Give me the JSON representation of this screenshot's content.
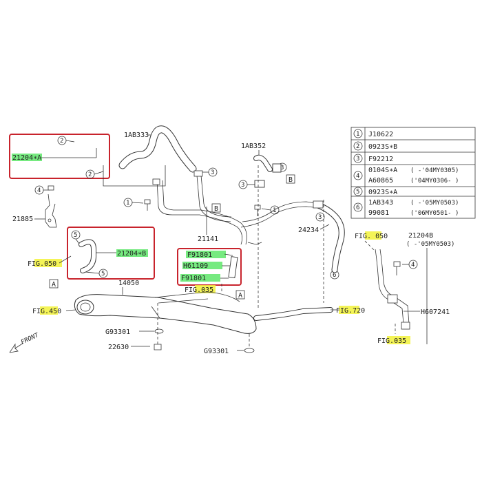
{
  "callout_table": {
    "rows": [
      {
        "num": "1",
        "parts": [
          {
            "part": "J10622",
            "note": ""
          }
        ]
      },
      {
        "num": "2",
        "parts": [
          {
            "part": "0923S∗B",
            "note": ""
          }
        ]
      },
      {
        "num": "3",
        "parts": [
          {
            "part": "F92212",
            "note": ""
          }
        ]
      },
      {
        "num": "4",
        "parts": [
          {
            "part": "0104S∗A",
            "note": "( -'04MY0305)"
          },
          {
            "part": "A60865",
            "note": "('04MY0306- )"
          }
        ]
      },
      {
        "num": "5",
        "parts": [
          {
            "part": "0923S∗A",
            "note": ""
          }
        ]
      },
      {
        "num": "6",
        "parts": [
          {
            "part": "1AB343",
            "note": "( -'05MY0503)"
          },
          {
            "part": "99081",
            "note": "('06MY0501- )"
          }
        ]
      }
    ]
  },
  "labels": {
    "p21204A": "21204∗A",
    "p21204B": "21204∗B",
    "p21204B_right": "21204B",
    "p21204B_right_note": "( -'05MY0503)",
    "p1AB333": "1AB333",
    "p1AB352": "1AB352",
    "p21885": "21885",
    "p21141": "21141",
    "p24234": "24234",
    "p14050": "14050",
    "pF91801_a": "F91801",
    "pH61109": "H61109",
    "pF91801_b": "F91801",
    "pG93301_a": "G93301",
    "p22630": "22630",
    "pG93301_b": "G93301",
    "pH607241": "H607241",
    "fig050_left": "FIG.050",
    "fig450": "FIG.450",
    "fig035_mid": "FIG.035",
    "fig720": "FIG.720",
    "fig050_right": "FIG. 050",
    "fig035_right": "FIG.035",
    "ref_A": "A",
    "ref_B": "B",
    "front": "FRONT"
  },
  "colors": {
    "box_red": "#c8232c",
    "hl_yellow": "#f2f23a",
    "hl_green": "#5ee66a"
  }
}
